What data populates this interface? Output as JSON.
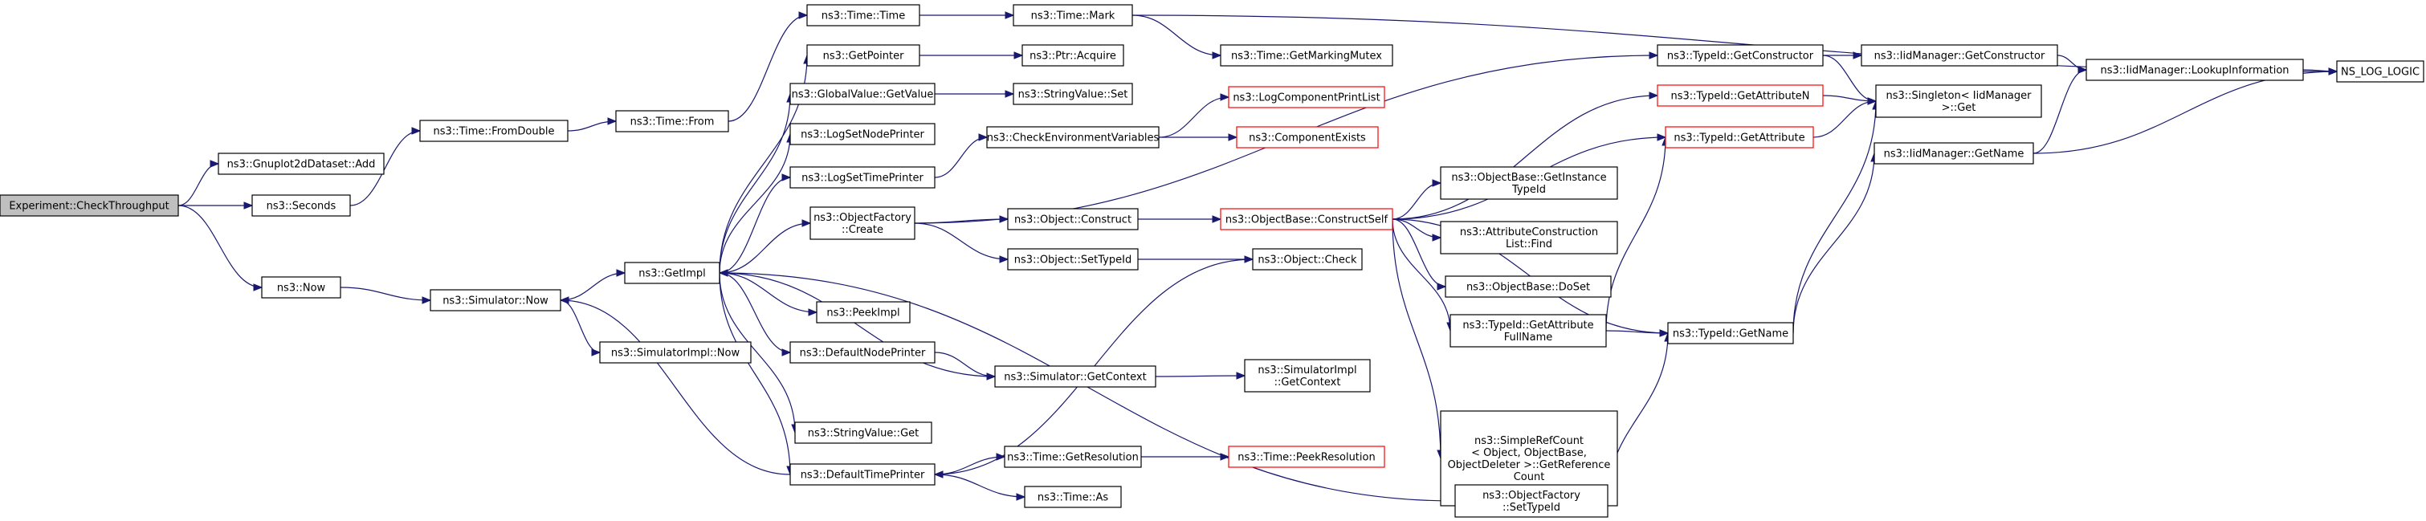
{
  "graph": {
    "nodes": [
      {
        "id": "root",
        "lines": [
          "Experiment::CheckThroughput"
        ],
        "style": "root"
      },
      {
        "id": "gnuplot",
        "lines": [
          "ns3::Gnuplot2dDataset::Add"
        ]
      },
      {
        "id": "seconds",
        "lines": [
          "ns3::Seconds"
        ]
      },
      {
        "id": "now",
        "lines": [
          "ns3::Now"
        ]
      },
      {
        "id": "fromdouble",
        "lines": [
          "ns3::Time::FromDouble"
        ]
      },
      {
        "id": "simnow",
        "lines": [
          "ns3::Simulator::Now"
        ]
      },
      {
        "id": "simimplnow",
        "lines": [
          "ns3::SimulatorImpl::Now"
        ]
      },
      {
        "id": "timefrom",
        "lines": [
          "ns3::Time::From"
        ]
      },
      {
        "id": "getimpl",
        "lines": [
          "ns3::GetImpl"
        ]
      },
      {
        "id": "timetime",
        "lines": [
          "ns3::Time::Time"
        ]
      },
      {
        "id": "getpointer",
        "lines": [
          "ns3::GetPointer"
        ]
      },
      {
        "id": "gvgetvalue",
        "lines": [
          "ns3::GlobalValue::GetValue"
        ]
      },
      {
        "id": "logsetnode",
        "lines": [
          "ns3::LogSetNodePrinter"
        ]
      },
      {
        "id": "logsettime",
        "lines": [
          "ns3::LogSetTimePrinter"
        ]
      },
      {
        "id": "objfactorycreate",
        "lines": [
          "ns3::ObjectFactory",
          "::Create"
        ]
      },
      {
        "id": "peekimpl",
        "lines": [
          "ns3::PeekImpl"
        ]
      },
      {
        "id": "defnodeprinter",
        "lines": [
          "ns3::DefaultNodePrinter"
        ]
      },
      {
        "id": "stringvalueget",
        "lines": [
          "ns3::StringValue::Get"
        ]
      },
      {
        "id": "deftimeprinter",
        "lines": [
          "ns3::DefaultTimePrinter"
        ]
      },
      {
        "id": "timemark",
        "lines": [
          "ns3::Time::Mark"
        ]
      },
      {
        "id": "ptracquire",
        "lines": [
          "ns3::Ptr::Acquire"
        ]
      },
      {
        "id": "stringvalueset",
        "lines": [
          "ns3::StringValue::Set"
        ]
      },
      {
        "id": "checkenv",
        "lines": [
          "ns3::CheckEnvironmentVariables"
        ]
      },
      {
        "id": "objconstruct",
        "lines": [
          "ns3::Object::Construct"
        ]
      },
      {
        "id": "objsettypeid",
        "lines": [
          "ns3::Object::SetTypeId"
        ]
      },
      {
        "id": "simgetcontext",
        "lines": [
          "ns3::Simulator::GetContext"
        ]
      },
      {
        "id": "timegetres",
        "lines": [
          "ns3::Time::GetResolution"
        ]
      },
      {
        "id": "timeas",
        "lines": [
          "ns3::Time::As"
        ]
      },
      {
        "id": "getmarkmutex",
        "lines": [
          "ns3::Time::GetMarkingMutex"
        ]
      },
      {
        "id": "logcomplist",
        "lines": [
          "ns3::LogComponentPrintList"
        ],
        "style": "red"
      },
      {
        "id": "compexists",
        "lines": [
          "ns3::ComponentExists"
        ],
        "style": "red"
      },
      {
        "id": "objbaseconstructself",
        "lines": [
          "ns3::ObjectBase::ConstructSelf"
        ],
        "style": "red"
      },
      {
        "id": "objcheck",
        "lines": [
          "ns3::Object::Check"
        ]
      },
      {
        "id": "simimplgetcontext",
        "lines": [
          "ns3::SimulatorImpl",
          "::GetContext"
        ]
      },
      {
        "id": "timepeekres",
        "lines": [
          "ns3::Time::PeekResolution"
        ],
        "style": "red"
      },
      {
        "id": "typeidgetconstructor",
        "lines": [
          "ns3::TypeId::GetConstructor"
        ]
      },
      {
        "id": "typeidgetattributen",
        "lines": [
          "ns3::TypeId::GetAttributeN"
        ],
        "style": "red"
      },
      {
        "id": "typeidgetattribute",
        "lines": [
          "ns3::TypeId::GetAttribute"
        ],
        "style": "red"
      },
      {
        "id": "objbasegetinstance",
        "lines": [
          "ns3::ObjectBase::GetInstance",
          "TypeId"
        ]
      },
      {
        "id": "attrconstructionfind",
        "lines": [
          "ns3::AttributeConstruction",
          "List::Find"
        ]
      },
      {
        "id": "objbasedoset",
        "lines": [
          "ns3::ObjectBase::DoSet"
        ]
      },
      {
        "id": "typeidgetattrfullname",
        "lines": [
          "ns3::TypeId::GetAttribute",
          "FullName"
        ]
      },
      {
        "id": "simplerefcount",
        "lines": [
          "ns3::SimpleRefCount",
          "< Object, ObjectBase,",
          "ObjectDeleter >::GetReference",
          "Count"
        ]
      },
      {
        "id": "objfactorysettypeid",
        "lines": [
          "ns3::ObjectFactory",
          "::SetTypeId"
        ]
      },
      {
        "id": "iidmgrgetconstructor",
        "lines": [
          "ns3::IidManager::GetConstructor"
        ]
      },
      {
        "id": "singletonget",
        "lines": [
          "ns3::Singleton< IidManager",
          ">::Get"
        ]
      },
      {
        "id": "iidmgrgetname",
        "lines": [
          "ns3::IidManager::GetName"
        ]
      },
      {
        "id": "typeidgetname",
        "lines": [
          "ns3::TypeId::GetName"
        ]
      },
      {
        "id": "iidmgrlookup",
        "lines": [
          "ns3::IidManager::LookupInformation"
        ]
      },
      {
        "id": "nslog",
        "lines": [
          "NS_LOG_LOGIC"
        ]
      }
    ],
    "edges": [
      [
        "root",
        "gnuplot"
      ],
      [
        "root",
        "seconds"
      ],
      [
        "root",
        "now"
      ],
      [
        "seconds",
        "fromdouble"
      ],
      [
        "fromdouble",
        "timefrom"
      ],
      [
        "timefrom",
        "timetime"
      ],
      [
        "timetime",
        "timemark"
      ],
      [
        "timemark",
        "nslog"
      ],
      [
        "timemark",
        "getmarkmutex"
      ],
      [
        "now",
        "simnow"
      ],
      [
        "simnow",
        "getimpl"
      ],
      [
        "simnow",
        "simimplnow"
      ],
      [
        "getimpl",
        "getpointer"
      ],
      [
        "getimpl",
        "gvgetvalue"
      ],
      [
        "getimpl",
        "logsetnode"
      ],
      [
        "getimpl",
        "logsettime"
      ],
      [
        "getimpl",
        "objfactorycreate"
      ],
      [
        "getimpl",
        "peekimpl"
      ],
      [
        "getimpl",
        "defnodeprinter"
      ],
      [
        "getimpl",
        "stringvalueget"
      ],
      [
        "getimpl",
        "deftimeprinter"
      ],
      [
        "getimpl",
        "objfactorysettypeid"
      ],
      [
        "getpointer",
        "ptracquire"
      ],
      [
        "gvgetvalue",
        "stringvalueset"
      ],
      [
        "logsettime",
        "checkenv"
      ],
      [
        "checkenv",
        "logcomplist"
      ],
      [
        "checkenv",
        "compexists"
      ],
      [
        "objfactorycreate",
        "objconstruct"
      ],
      [
        "objfactorycreate",
        "objsettypeid"
      ],
      [
        "objfactorycreate",
        "typeidgetconstructor"
      ],
      [
        "objconstruct",
        "objbaseconstructself"
      ],
      [
        "objsettypeid",
        "objcheck"
      ],
      [
        "defnodeprinter",
        "simgetcontext"
      ],
      [
        "simgetcontext",
        "simimplgetcontext"
      ],
      [
        "simgetcontext",
        "getimpl"
      ],
      [
        "deftimeprinter",
        "timegetres"
      ],
      [
        "deftimeprinter",
        "timeas"
      ],
      [
        "deftimeprinter",
        "simnow"
      ],
      [
        "timegetres",
        "timepeekres"
      ],
      [
        "objbaseconstructself",
        "typeidgetattributen"
      ],
      [
        "objbaseconstructself",
        "typeidgetattribute"
      ],
      [
        "objbaseconstructself",
        "objbasegetinstance"
      ],
      [
        "objbaseconstructself",
        "attrconstructionfind"
      ],
      [
        "objbaseconstructself",
        "objbasedoset"
      ],
      [
        "objbaseconstructself",
        "typeidgetattrfullname"
      ],
      [
        "objbaseconstructself",
        "simplerefcount"
      ],
      [
        "objbaseconstructself",
        "typeidgetname"
      ],
      [
        "objcheck",
        "deftimeprinter"
      ],
      [
        "typeidgetconstructor",
        "iidmgrgetconstructor"
      ],
      [
        "typeidgetconstructor",
        "singletonget"
      ],
      [
        "typeidgetattributen",
        "singletonget"
      ],
      [
        "typeidgetattribute",
        "singletonget"
      ],
      [
        "typeidgetattrfullname",
        "typeidgetattribute"
      ],
      [
        "typeidgetattrfullname",
        "typeidgetname"
      ],
      [
        "objfactorysettypeid",
        "typeidgetname"
      ],
      [
        "typeidgetname",
        "singletonget"
      ],
      [
        "typeidgetname",
        "iidmgrgetname"
      ],
      [
        "iidmgrgetconstructor",
        "iidmgrlookup"
      ],
      [
        "iidmgrgetname",
        "iidmgrlookup"
      ],
      [
        "iidmgrgetname",
        "nslog"
      ],
      [
        "iidmgrlookup",
        "nslog"
      ]
    ]
  }
}
